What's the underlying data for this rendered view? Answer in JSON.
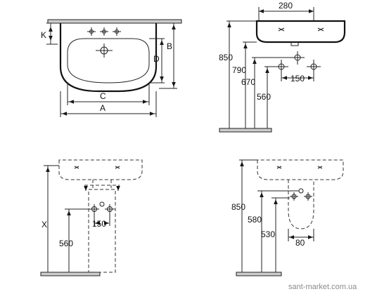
{
  "top_left": {
    "dims": {
      "k": "K",
      "b": "B",
      "d": "D",
      "c": "C",
      "a": "A"
    }
  },
  "top_right": {
    "dims": {
      "w280": "280",
      "h850": "850",
      "h790": "790",
      "h670": "670",
      "h560": "560",
      "w150": "150"
    }
  },
  "bottom_left": {
    "dims": {
      "x": "X",
      "h560": "560",
      "w150": "150"
    }
  },
  "bottom_right": {
    "dims": {
      "h850": "850",
      "h580": "580",
      "h530": "530",
      "w80": "80"
    }
  },
  "watermark": "sant-market.com.ua"
}
